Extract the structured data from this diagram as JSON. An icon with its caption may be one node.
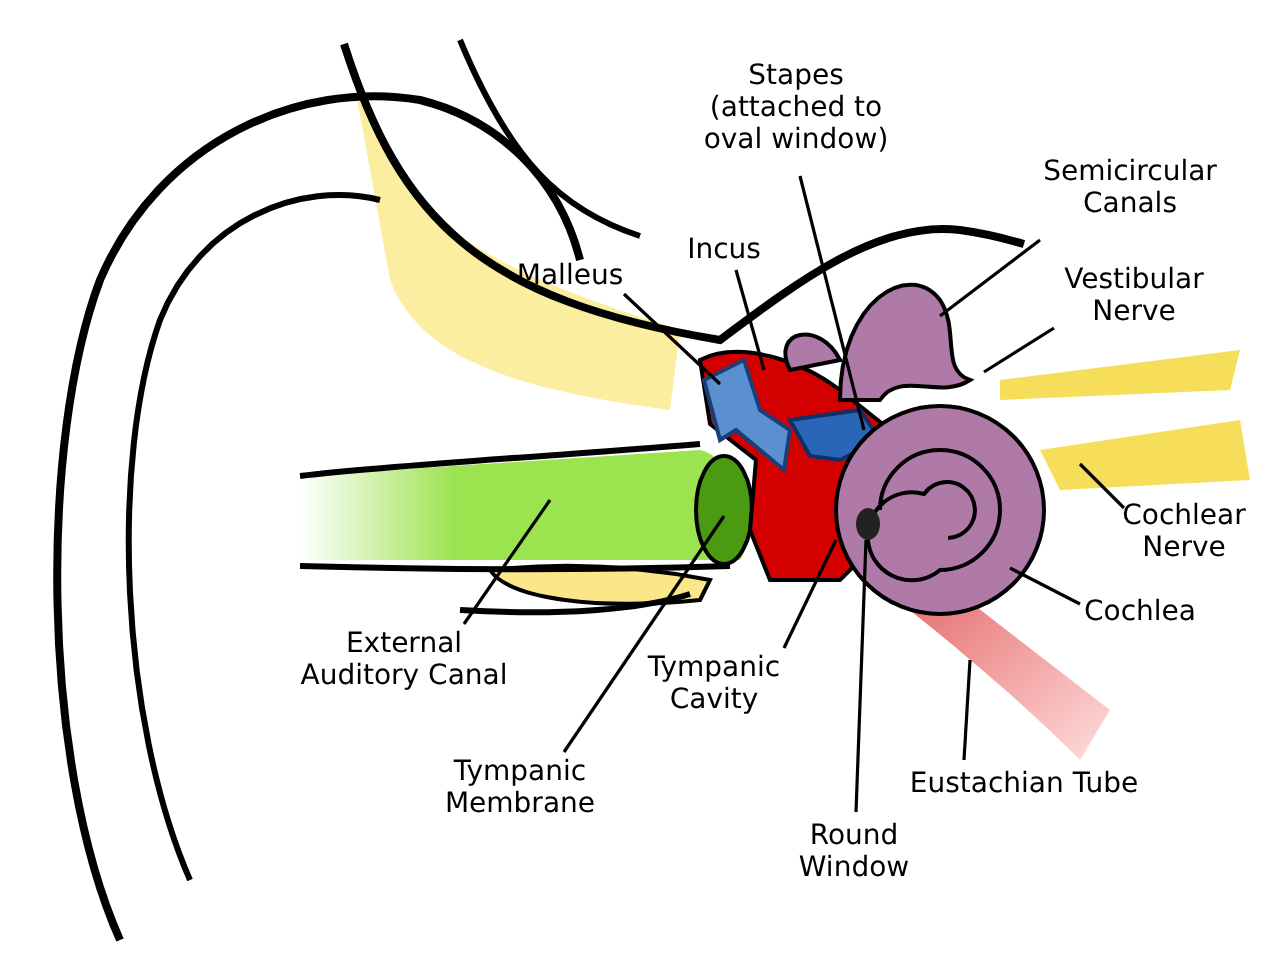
{
  "diagram": {
    "nodes": [
      {
        "text": [
          "Stapes (attached to oval window)"
        ]
      },
      {
        "text": [
          "Semicircular Canals"
        ]
      },
      {
        "text": [
          "Malleus"
        ]
      },
      {
        "text": [
          "Incus"
        ]
      },
      {
        "text": [
          "Vestibular Nerve"
        ]
      },
      {
        "text": [
          "Cochlear Nerve"
        ]
      },
      {
        "text": [
          "External Auditory Canal"
        ]
      },
      {
        "text": [
          "Cochlea"
        ]
      },
      {
        "text": [
          "Tympanic Cavity"
        ]
      },
      {
        "text": [
          "Tympanic Membrane"
        ]
      },
      {
        "text": [
          "Eustachian Tube"
        ]
      },
      {
        "text": [
          "Round Window"
        ]
      }
    ],
    "edges": [
      {
        "from": 0,
        "to": null,
        "arrow": "none"
      },
      {
        "from": 1,
        "to": null,
        "arrow": "none"
      },
      {
        "from": 2,
        "to": null,
        "arrow": "none"
      },
      {
        "from": 3,
        "to": null,
        "arrow": "none"
      },
      {
        "from": 4,
        "to": null,
        "arrow": "none"
      },
      {
        "from": 5,
        "to": null,
        "arrow": "none"
      },
      {
        "from": 6,
        "to": null,
        "arrow": "none"
      },
      {
        "from": 7,
        "to": null,
        "arrow": "none"
      },
      {
        "from": 8,
        "to": null,
        "arrow": "none"
      },
      {
        "from": 9,
        "to": null,
        "arrow": "none"
      },
      {
        "from": 10,
        "to": null,
        "arrow": "none"
      },
      {
        "from": 11,
        "to": null,
        "arrow": "none"
      }
    ]
  }
}
